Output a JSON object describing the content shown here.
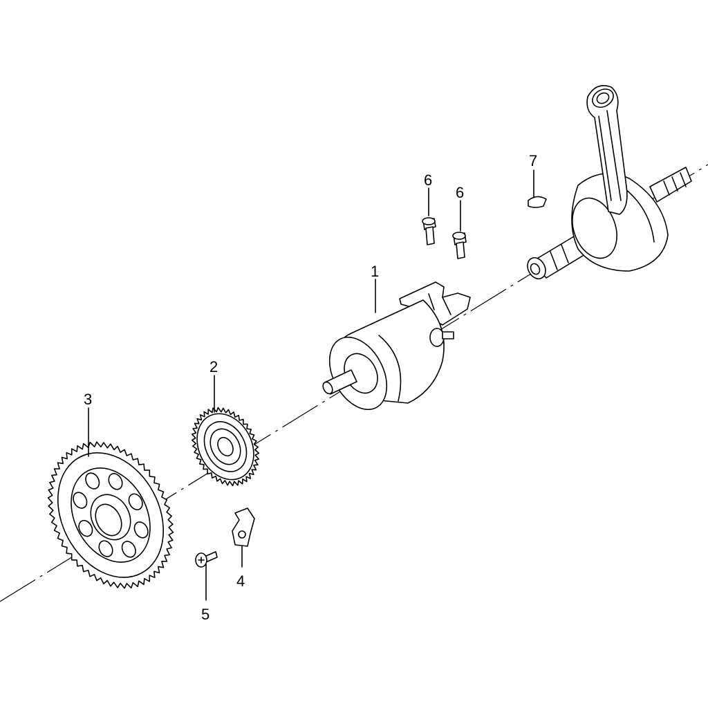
{
  "callouts": [
    {
      "id": "c1",
      "label": "1"
    },
    {
      "id": "c2",
      "label": "2"
    },
    {
      "id": "c3",
      "label": "3"
    },
    {
      "id": "c4",
      "label": "4"
    },
    {
      "id": "c5",
      "label": "5"
    },
    {
      "id": "c6a",
      "label": "6"
    },
    {
      "id": "c6b",
      "label": "6"
    },
    {
      "id": "c7",
      "label": "7"
    }
  ]
}
